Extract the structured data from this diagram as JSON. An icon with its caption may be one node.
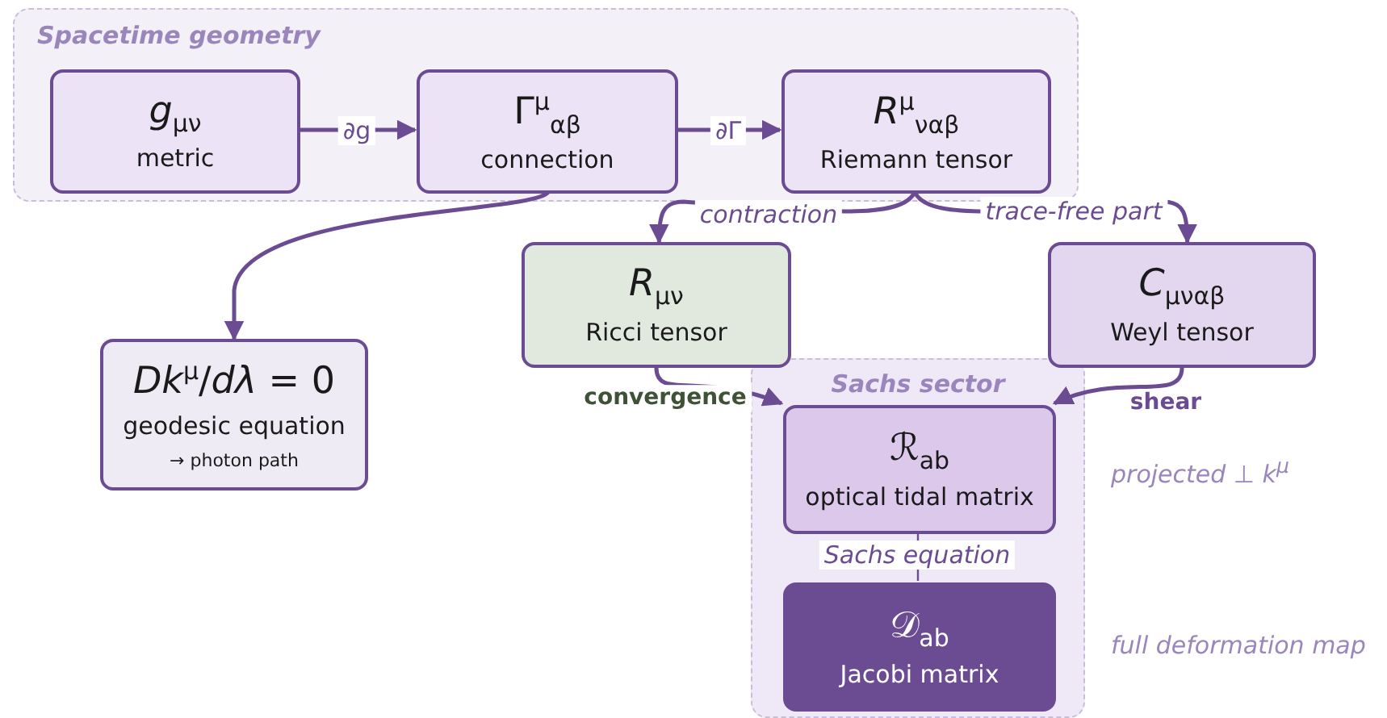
{
  "diagram": {
    "nodes": [
      {
        "text": [
          "Spacetime geometry"
        ]
      },
      {
        "text": [
          "*g*$_{μν}$",
          "metric"
        ],
        "in": 0
      },
      {
        "text": [
          "Γ$^{μ}$$_{αβ}$",
          "connection"
        ],
        "in": 0
      },
      {
        "text": [
          "*R*$^{μ}$$_{ναβ}$",
          "Riemann tensor"
        ],
        "in": 0
      },
      {
        "text": [
          "*Dk*$^{μ}$/*dλ* = 0",
          "geodesic equation",
          "→ photon path"
        ]
      },
      {
        "text": [
          "*R*$_{μν}$",
          "Ricci tensor"
        ]
      },
      {
        "text": [
          "*C*$_{μναβ}$",
          "Weyl tensor"
        ]
      },
      {
        "text": [
          "Sachs sector"
        ]
      },
      {
        "text": [
          "ℛ$_{ab}$",
          "optical tidal matrix"
        ],
        "in": 7
      },
      {
        "text": [
          "𝒟$_{ab}$",
          "Jacobi matrix"
        ],
        "in": 7
      }
    ],
    "edges": [
      {
        "from": 1,
        "to": 2,
        "arrow": "to",
        "label": "∂g"
      },
      {
        "from": 2,
        "to": 3,
        "arrow": "to",
        "label": "∂Γ"
      },
      {
        "from": 2,
        "to": 4,
        "arrow": "to"
      },
      {
        "from": 3,
        "to": 5,
        "arrow": "to",
        "label": "contraction"
      },
      {
        "from": 3,
        "to": 6,
        "arrow": "to",
        "label": "trace-free part"
      },
      {
        "from": 5,
        "to": 8,
        "arrow": "to",
        "label": "convergence"
      },
      {
        "from": 6,
        "to": 8,
        "arrow": "to",
        "label": "shear"
      },
      {
        "from": 8,
        "to": 9,
        "arrow": "none",
        "label": "Sachs equation"
      }
    ],
    "labels": [
      "projected ⊥ *k*$^{μ}$",
      "full deformation map"
    ]
  }
}
